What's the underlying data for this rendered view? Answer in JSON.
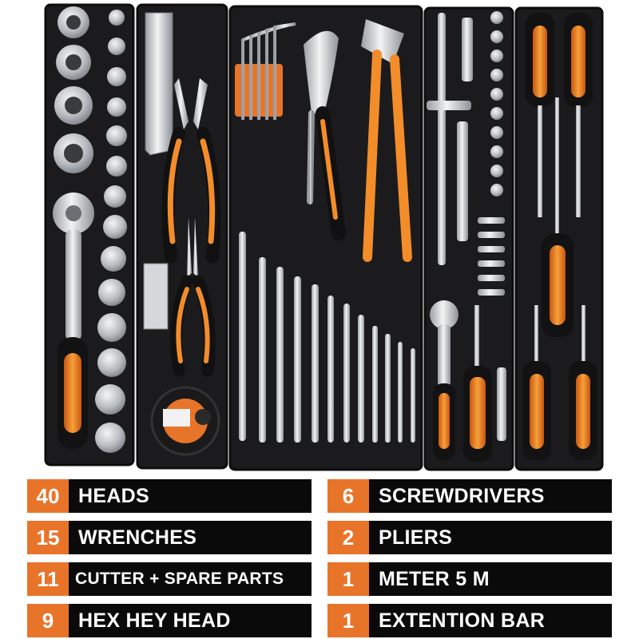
{
  "colors": {
    "accent_orange": "#e8742a",
    "label_black": "#0a0a0a",
    "tray_black": "#1b1b1d",
    "chrome": "#d6d8db"
  },
  "specs": {
    "left": [
      {
        "count": "40",
        "label": "HEADS"
      },
      {
        "count": "15",
        "label": "WRENCHES"
      },
      {
        "count": "11",
        "label": "CUTTER + SPARE PARTS"
      },
      {
        "count": "9",
        "label": "HEX HEY HEAD"
      }
    ],
    "right": [
      {
        "count": "6",
        "label": "SCREWDRIVERS"
      },
      {
        "count": "2",
        "label": "PLIERS"
      },
      {
        "count": "1",
        "label": "METER 5 M"
      },
      {
        "count": "1",
        "label": "EXTENTION BAR"
      }
    ]
  }
}
